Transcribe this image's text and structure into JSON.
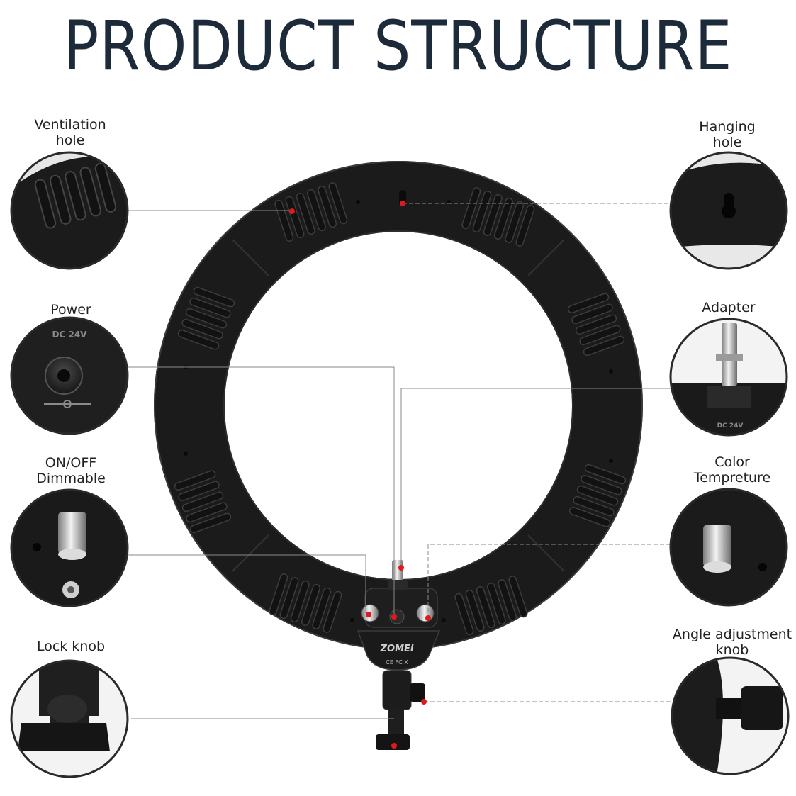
{
  "title": "PRODUCT STRUCTURE",
  "brand": {
    "logo_text": "ZOMEi",
    "cert_marks": "CE FC X",
    "dc_marking": "DC 24V"
  },
  "colors": {
    "title": "#1d2a3a",
    "ring_body": "#1b1b1b",
    "marker": "#e0191e",
    "leader_line": "#8a8a8a"
  },
  "callouts": {
    "ventilation_hole": "Ventilation\nhole",
    "hanging_hole": "Hanging\nhole",
    "power": "Power",
    "adapter": "Adapter",
    "on_off_dimmable": "ON/OFF\nDimmable",
    "color_temperature": "Color\nTempreture",
    "lock_knob": "Lock knob",
    "angle_adjustment_knob": "Angle adjustment\nknob"
  }
}
